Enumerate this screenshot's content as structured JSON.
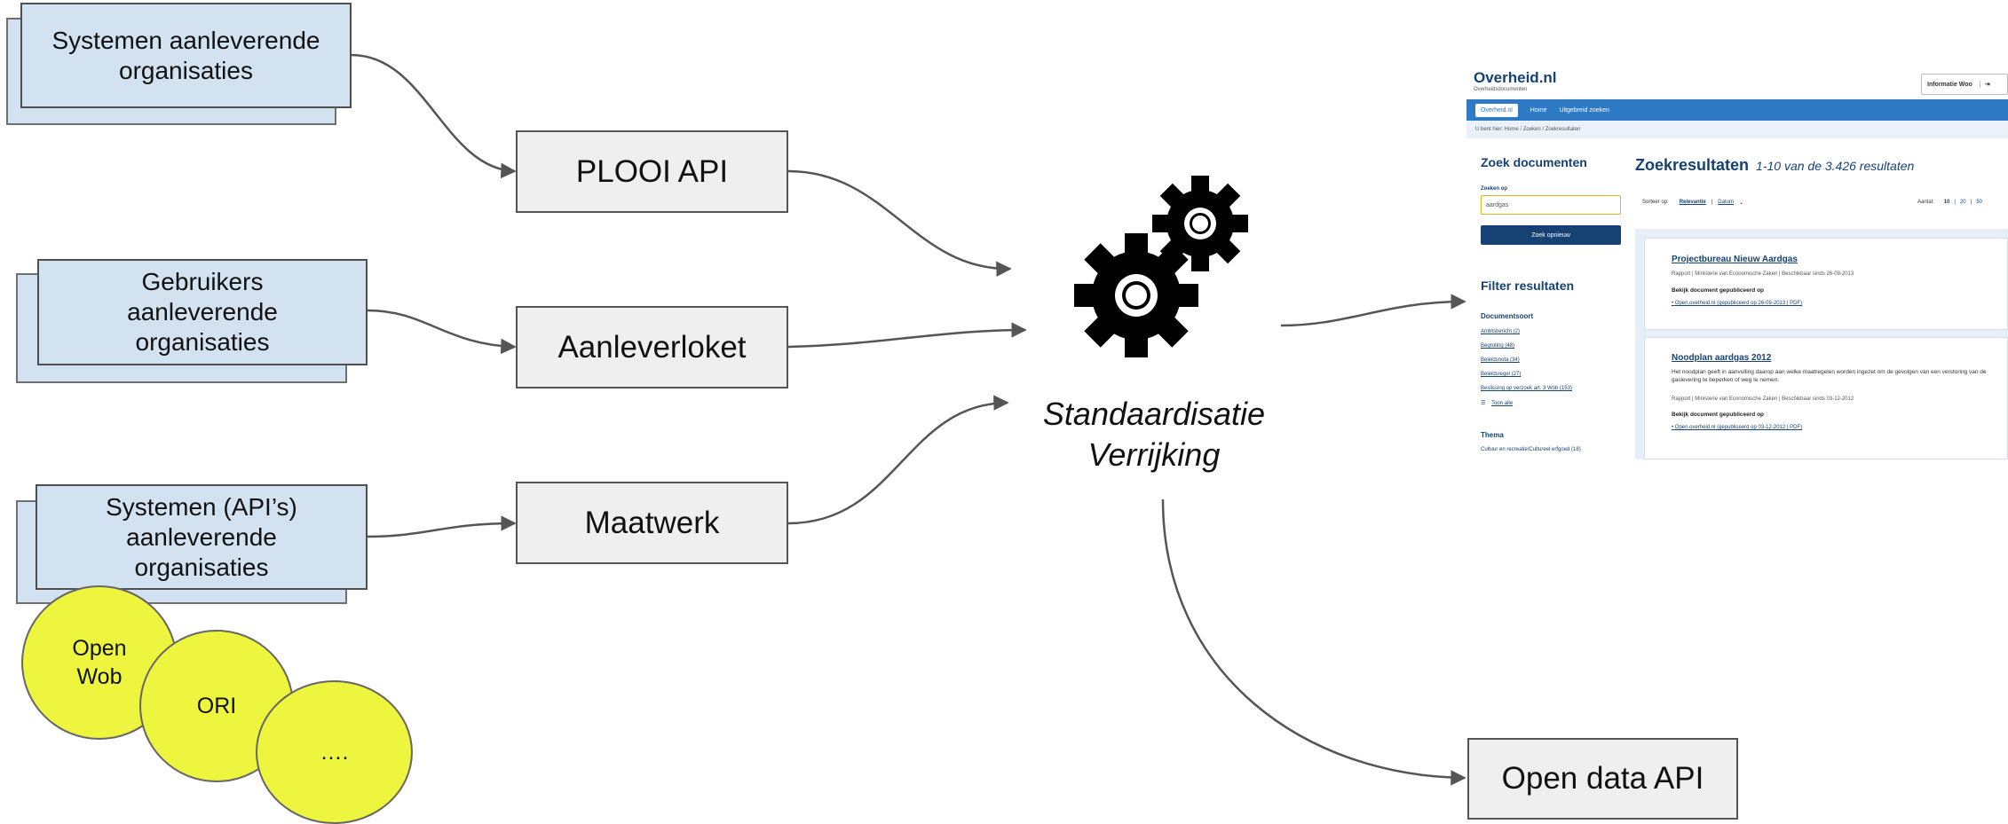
{
  "sources": [
    {
      "label": "Systemen aanleverende\norganisaties"
    },
    {
      "label": "Gebruikers\naanleverende\norganisaties"
    },
    {
      "label": "Systemen (API’s)\naanleverende\norganisaties"
    }
  ],
  "channels": [
    "PLOOI API",
    "Aanleverloket",
    "Maatwerk"
  ],
  "circles": [
    "Open\nWob",
    "ORI",
    "…."
  ],
  "center": {
    "line1": "Standaardisatie",
    "line2": "Verrijking",
    "icon": "gears-icon"
  },
  "output_api": "Open data API",
  "screenshot": {
    "logo": "Overheid.nl",
    "logo_sub": "Overheidsdocumenten",
    "info_button": "Informatie Woo",
    "nav": [
      "Overheid.nl",
      "Home",
      "Uitgebreid zoeken"
    ],
    "breadcrumb": "U bent hier:  Home  /  Zoeken  /  Zoekresultaten",
    "sidebar_title": "Zoek documenten",
    "search_label": "Zoeken op",
    "search_value": "aardgas",
    "search_button": "Zoek opnieuw",
    "filter_title": "Filter resultaten",
    "doc_type_heading": "Documentsoort",
    "doc_types": [
      "Ambtsbericht (2)",
      "Begroting (48)",
      "Beleidsnota (34)",
      "Beleidsregel (27)",
      "Beslissing op verzoek art. 3 Wob (153)"
    ],
    "show_all": "Toon alle",
    "theme_heading": "Thema",
    "theme_item": "Cultuur en recreatie/Cultureel erfgoed (18)",
    "results_title": "Zoekresultaten",
    "results_count": "1-10 van de 3.426 resultaten",
    "sort_label": "Sorteer op:",
    "sort_relevance": "Relevantie",
    "sort_date": "Datum",
    "amount_label": "Aantal:",
    "amount_options": [
      "10",
      "20",
      "50"
    ],
    "results": [
      {
        "title": "Projectbureau Nieuw Aardgas",
        "meta": "Rapport  |  Ministerie van Economische Zaken  |  Beschikbaar sinds 26-09-2013",
        "description": "",
        "view_label": "Bekijk document gepubliceerd op",
        "link": "Open.overheid.nl (gepubliceerd op 26-09-2013 | PDF)"
      },
      {
        "title": "Noodplan aardgas 2012",
        "meta": "Rapport  |  Ministerie van Economische Zaken  |  Beschikbaar sinds 03-12-2012",
        "description": "Het noodplan geeft in aanvulling daarop aan welke maatregelen worden ingezet om de gevolgen van een verstoring van de gaslevering te beperken of weg te nemen.",
        "view_label": "Bekijk document gepubliceerd op",
        "link": "Open.overheid.nl (gepubliceerd op 03-12-2012 | PDF)"
      }
    ]
  },
  "colors": {
    "source_fill": "#d3e2f1",
    "node_fill": "#efefef",
    "circle_fill": "#eef53e",
    "arrow": "#555555",
    "brand_blue": "#154273",
    "nav_blue": "#2f7ac4"
  }
}
